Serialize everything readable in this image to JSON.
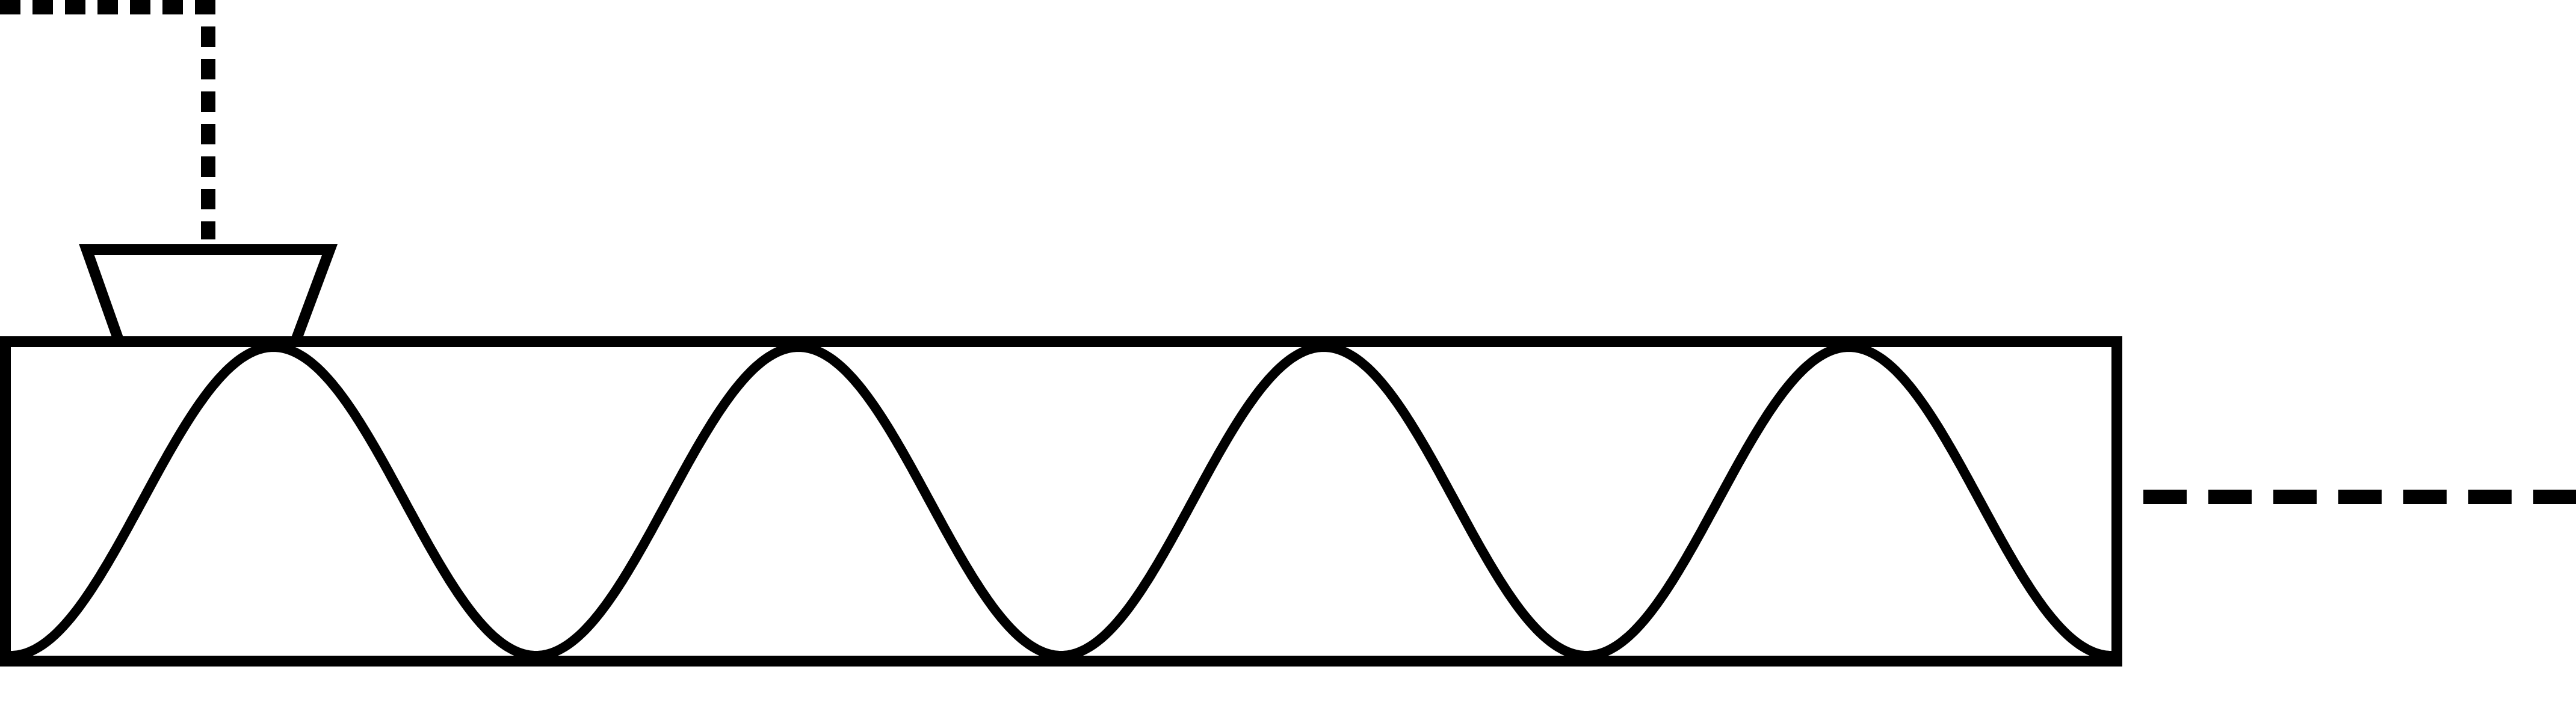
{
  "diagram": {
    "stroke_color": "#000000",
    "background_color": "#ffffff",
    "elements": [
      {
        "name": "feed-line",
        "style": "dashed"
      },
      {
        "name": "horn-antenna",
        "style": "solid"
      },
      {
        "name": "waveguide-box",
        "style": "solid"
      },
      {
        "name": "standing-wave-curve",
        "style": "solid",
        "half_cycles": 8
      },
      {
        "name": "output-line",
        "style": "dashed"
      }
    ]
  }
}
